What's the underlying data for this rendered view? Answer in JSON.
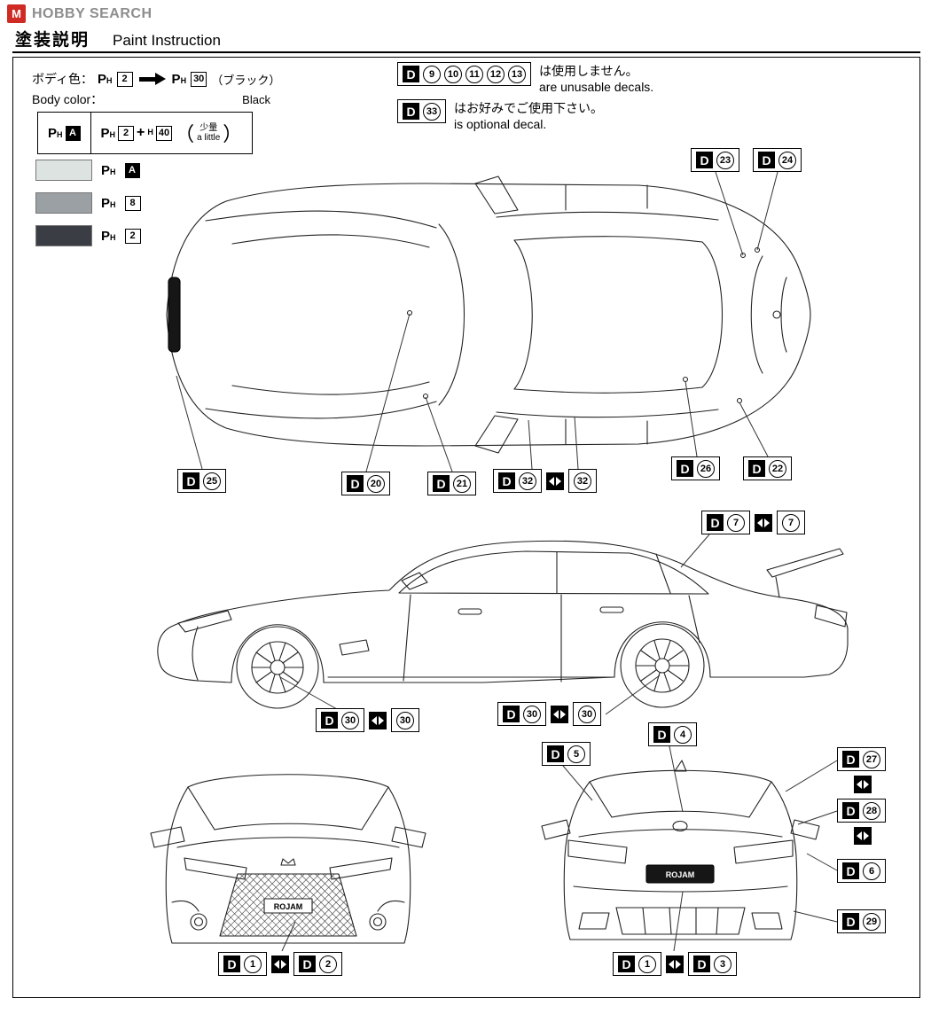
{
  "header": {
    "logo_text": "HOBBY SEARCH",
    "logo_mark": "M",
    "title_jp": "塗装説明",
    "title_en": "Paint Instruction"
  },
  "paint": {
    "label_jp": "ボディ色：",
    "label_en": "Body color：",
    "p": "P",
    "h": "H",
    "from": "2",
    "to": "30",
    "name_jp": "（ブラック）",
    "name_en": "Black",
    "mix": {
      "letter": "A",
      "num1": "2",
      "plus": "+",
      "h": "H",
      "num2": "40",
      "paren_open": "（",
      "note_jp": "少量",
      "note_en": "a little",
      "paren_close": "）"
    },
    "swatches": [
      {
        "num": "A",
        "color": "#dce3e0"
      },
      {
        "num": "8",
        "color": "#9aa0a4"
      },
      {
        "num": "2",
        "color": "#3a3e44"
      }
    ]
  },
  "notes": {
    "unusable": {
      "jp": "は使用しません。",
      "en": "are unusable decals."
    },
    "optional": {
      "jp": "はお好みでご使用下さい。",
      "en": "is optional decal."
    }
  },
  "decal_letter": "D",
  "callouts": {
    "c1": "1",
    "c2": "2",
    "c3": "3",
    "c4": "4",
    "c5": "5",
    "c6": "6",
    "c7": "7",
    "c9": "9",
    "c10": "10",
    "c11": "11",
    "c12": "12",
    "c13": "13",
    "c20": "20",
    "c21": "21",
    "c22": "22",
    "c23": "23",
    "c24": "24",
    "c25": "25",
    "c26": "26",
    "c27": "27",
    "c28": "28",
    "c29": "29",
    "c30": "30",
    "c32": "32",
    "c33": "33"
  },
  "plates": {
    "front": "ROJAM",
    "rear": "ROJAM"
  }
}
